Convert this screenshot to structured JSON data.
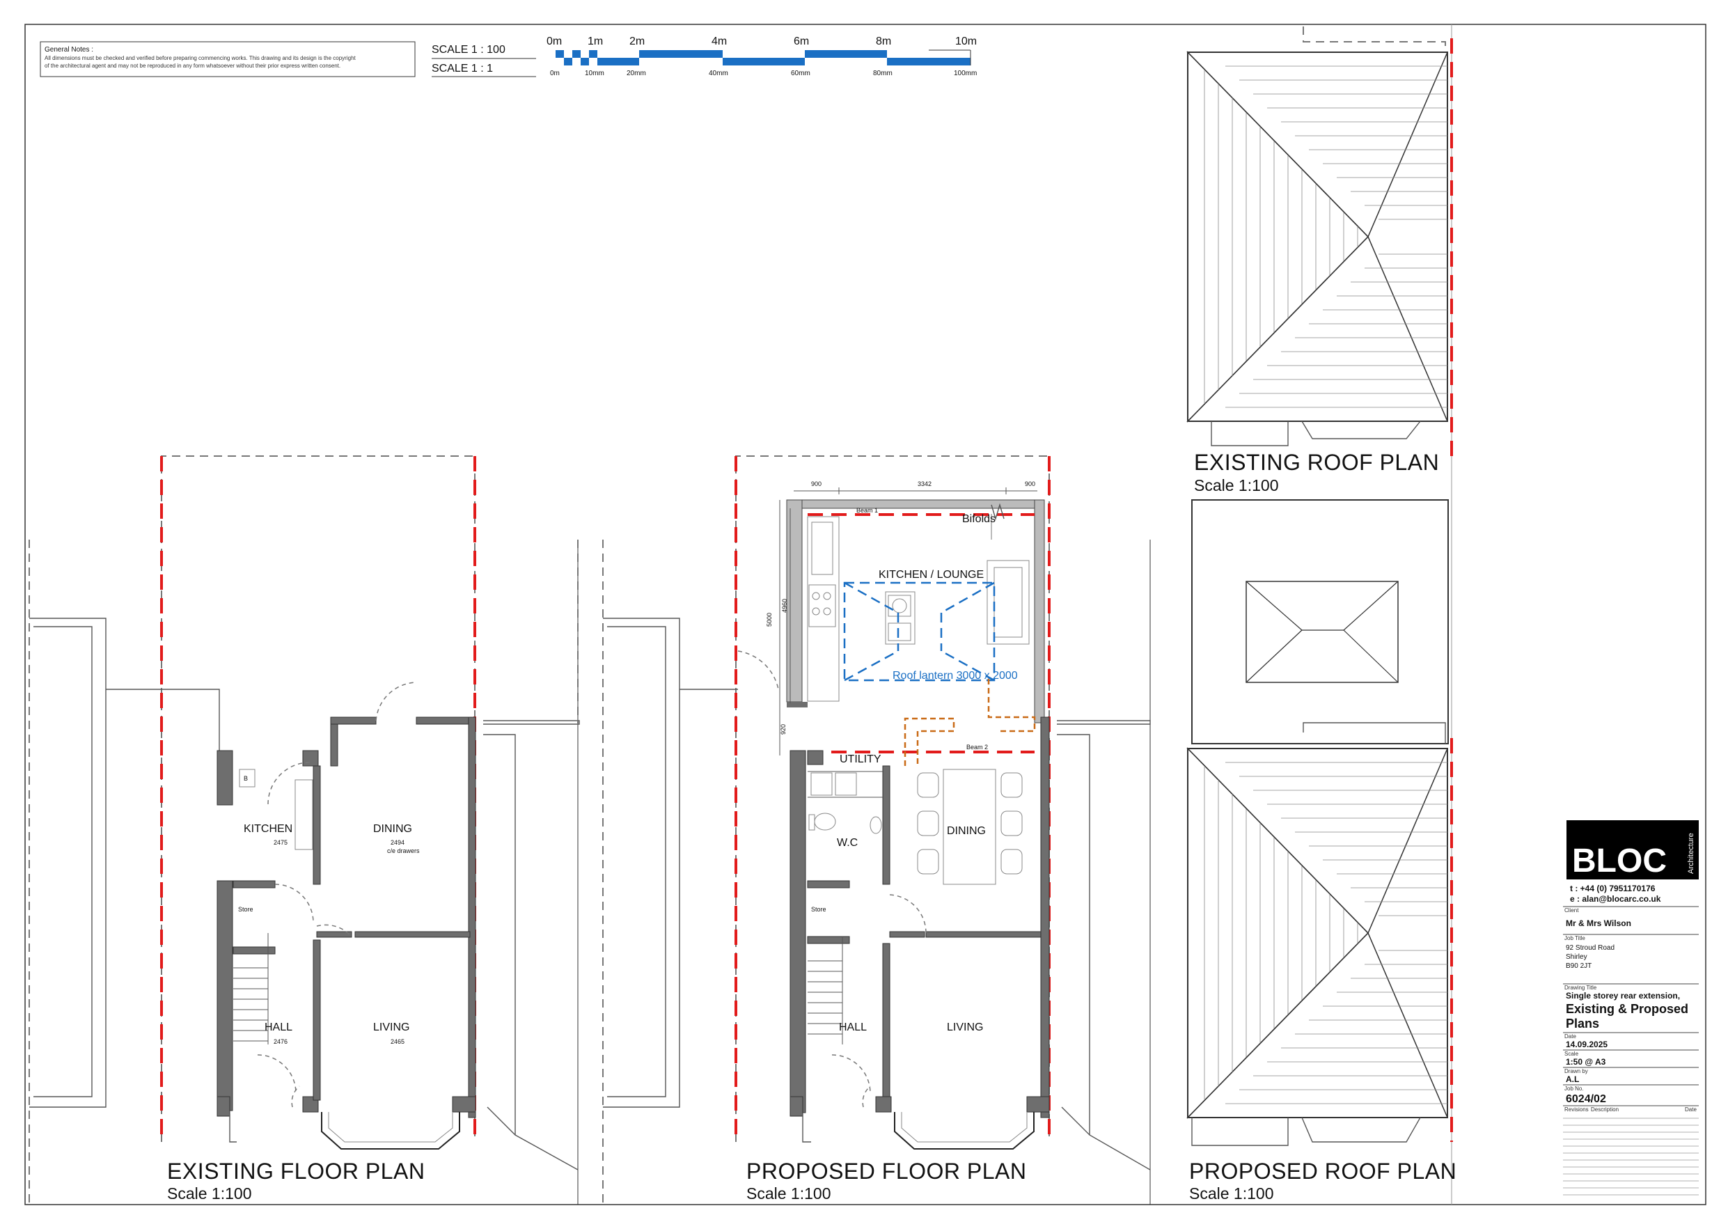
{
  "notes": {
    "heading": "General Notes :",
    "line1": "All dimensions must be checked and verified before preparing commencing works. This drawing and its design is the copyright",
    "line2": "of the architectural agent and may not be reproduced in any form whatsoever without their prior express written consent."
  },
  "scale_bar": {
    "label_1": "SCALE 1 : 100",
    "label_2": "SCALE 1 : 1",
    "top_ticks": [
      "0m",
      "1m",
      "2m",
      "4m",
      "6m",
      "8m",
      "10m"
    ],
    "bottom_ticks": [
      "0m",
      "10mm",
      "20mm",
      "40mm",
      "60mm",
      "80mm",
      "100mm"
    ],
    "color": "#1a6fc4"
  },
  "existing_floor_plan": {
    "title": "EXISTING FLOOR PLAN",
    "scale": "Scale 1:100",
    "rooms": {
      "kitchen": "KITCHEN",
      "kitchen_dim": "2475",
      "dining": "DINING",
      "dining_dim": "2494",
      "dining_sub": "c/e drawers",
      "store": "Store",
      "hall": "HALL",
      "hall_dim": "2476",
      "living": "LIVING",
      "living_dim": "2465",
      "boiler": "B"
    }
  },
  "proposed_floor_plan": {
    "title": "PROPOSED FLOOR PLAN",
    "scale": "Scale 1:100",
    "dims": {
      "left": "900",
      "mid": "3342",
      "right": "900",
      "side_1": "5000",
      "side_2": "4960",
      "side_3": "920"
    },
    "labels": {
      "bifolds": "Bifolds",
      "beam_1": "Beam 1",
      "beam_2": "Beam 2",
      "kitchen_lounge": "KITCHEN / LOUNGE",
      "roof_lantern": "Roof lantern  3000 x 2000",
      "utility": "UTILITY",
      "dining": "DINING",
      "wc": "W.C",
      "store": "Store",
      "hall": "HALL",
      "living": "LIVING"
    }
  },
  "existing_roof_plan": {
    "title": "EXISTING ROOF PLAN",
    "scale": "Scale 1:100"
  },
  "proposed_roof_plan": {
    "title": "PROPOSED ROOF PLAN",
    "scale": "Scale 1:100"
  },
  "title_block": {
    "logo": "BLOC",
    "logo_sub": "Architecture",
    "phone": "t : +44 (0) 7951170176",
    "email": "e : alan@blocarc.co.uk",
    "client_caption": "Client",
    "client": "Mr & Mrs Wilson",
    "job_caption": "Job Title",
    "address_1": "92 Stroud Road",
    "address_2": "Shirley",
    "address_3": "B90 2JT",
    "drawing_caption": "Drawing Title",
    "drawing_sub": "Single storey rear extension,",
    "drawing_title_1": "Existing & Proposed",
    "drawing_title_2": "Plans",
    "date_caption": "Date",
    "date": "14.09.2025",
    "scale_caption": "Scale",
    "scale": "1:50 @ A3",
    "drawn_caption": "Drawn by",
    "drawn": "A.L",
    "job_no_caption": "Job No.",
    "job_no": "6024/02",
    "rev_caption": "Revisions",
    "desc_caption": "Description",
    "rev_date_caption": "Date"
  },
  "colors": {
    "boundary_red": "#e21b1b",
    "lantern_blue": "#1a6fc4",
    "beam_orange": "#c96a16",
    "wall_grey": "#6e6e6e"
  }
}
